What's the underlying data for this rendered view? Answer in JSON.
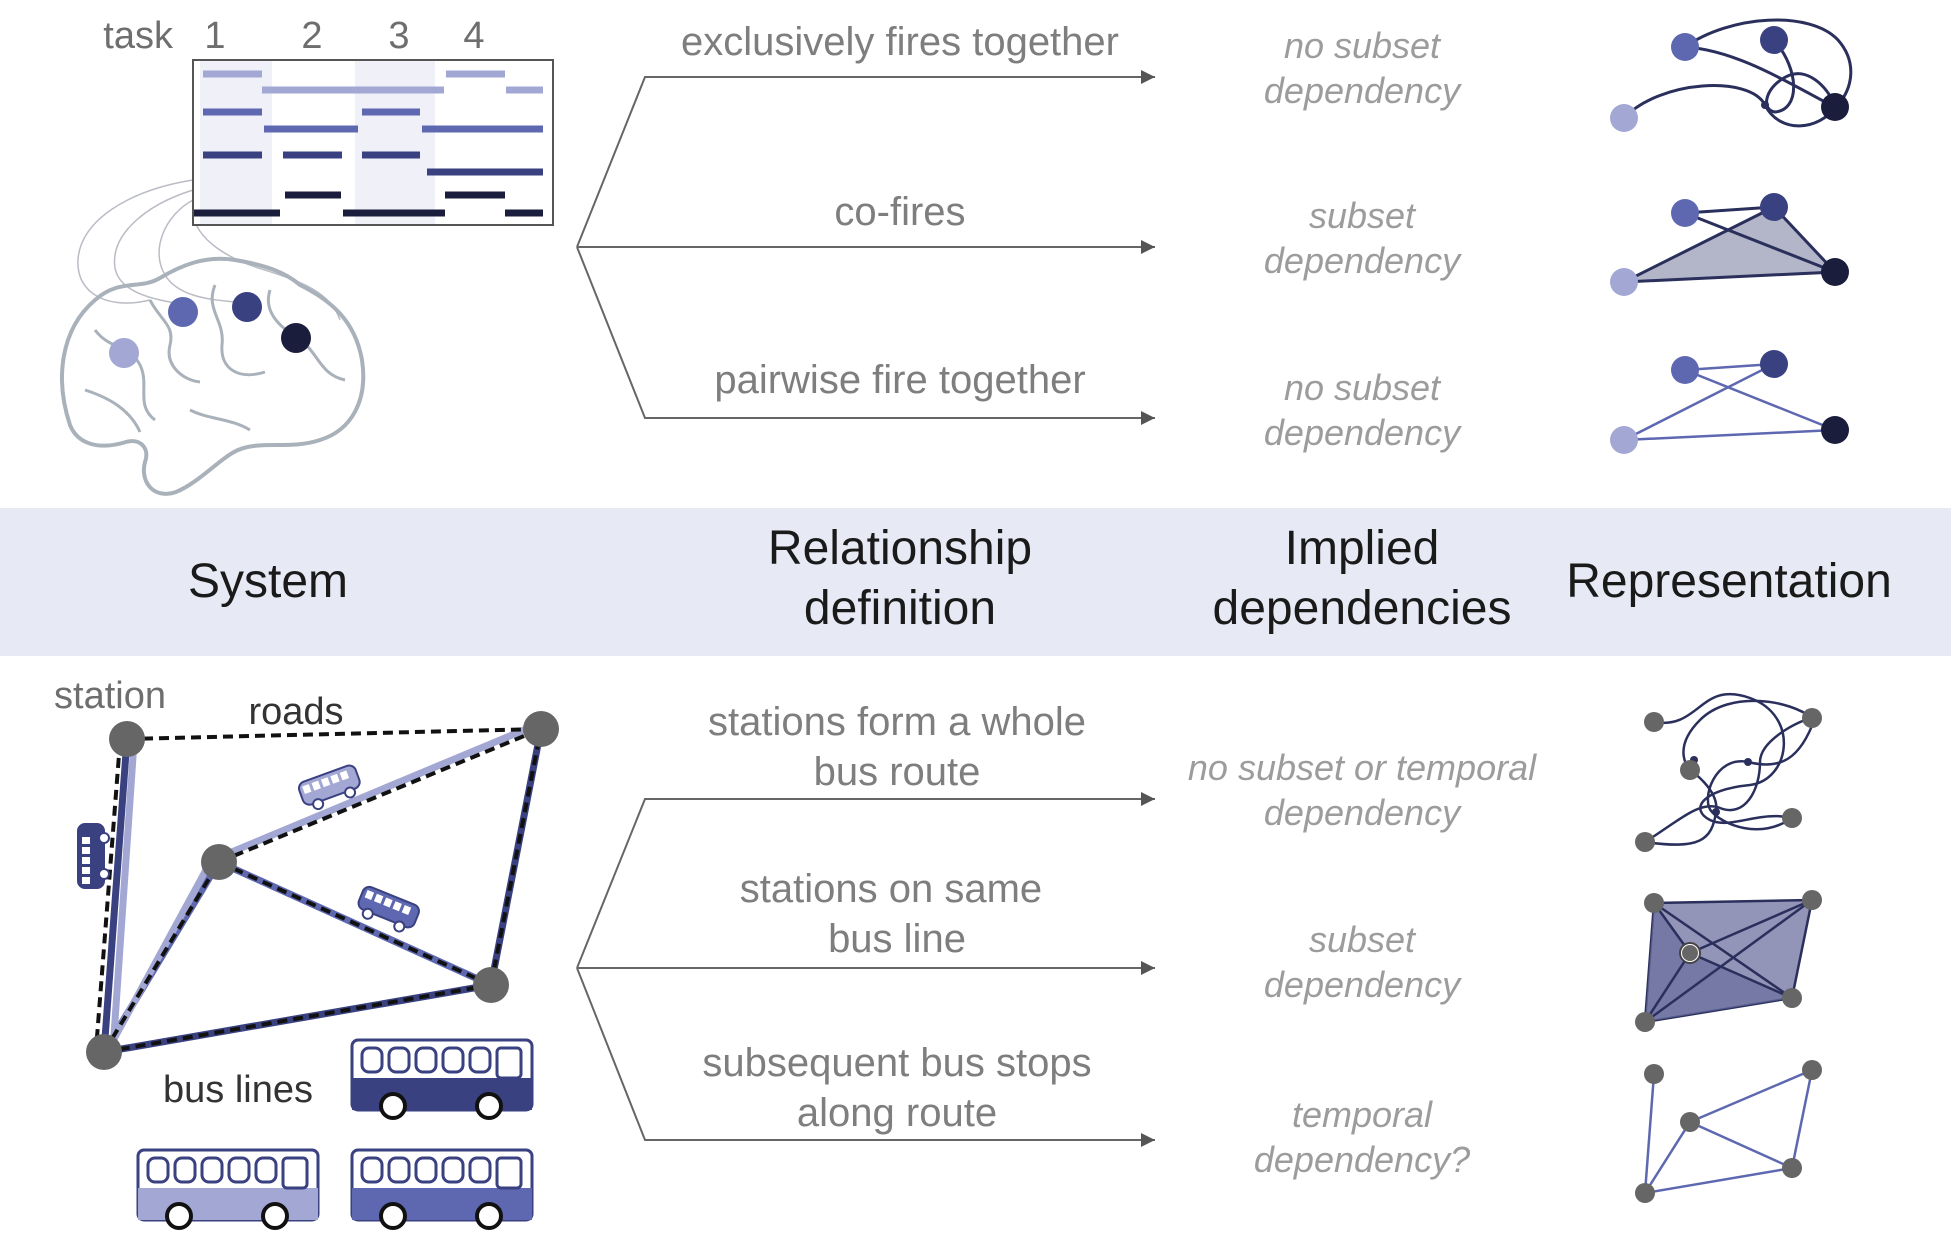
{
  "headers": {
    "system": "System",
    "relationship_line1": "Relationship",
    "relationship_line2": "definition",
    "implied_line1": "Implied",
    "implied_line2": "dependencies",
    "representation": "Representation"
  },
  "neuro": {
    "task_label": "task",
    "task_numbers": [
      "1",
      "2",
      "3",
      "4"
    ],
    "relationships": [
      {
        "line1": "exclusively fires together",
        "dep1": "no subset",
        "dep2": "dependency"
      },
      {
        "line1": "co-fires",
        "dep1": "subset",
        "dep2": "dependency"
      },
      {
        "line1": "pairwise fire together",
        "dep1": "no subset",
        "dep2": "dependency"
      }
    ]
  },
  "transit": {
    "station_label": "station",
    "roads_label": "roads",
    "bus_lines_label": "bus lines",
    "relationships": [
      {
        "line1": "stations form a whole",
        "line2": "bus route",
        "dep1": "no subset or temporal",
        "dep2": "dependency"
      },
      {
        "line1": "stations on same",
        "line2": "bus line",
        "dep1": "subset",
        "dep2": "dependency"
      },
      {
        "line1": "subsequent bus stops",
        "line2": "along route",
        "dep1": "temporal",
        "dep2": "dependency?"
      }
    ]
  },
  "colors": {
    "band": "#e7e9f4",
    "light": "#a3a7d4",
    "mid": "#5e68b0",
    "darkmid": "#3a4180",
    "darkest": "#1a1d3c",
    "station": "#666666"
  }
}
